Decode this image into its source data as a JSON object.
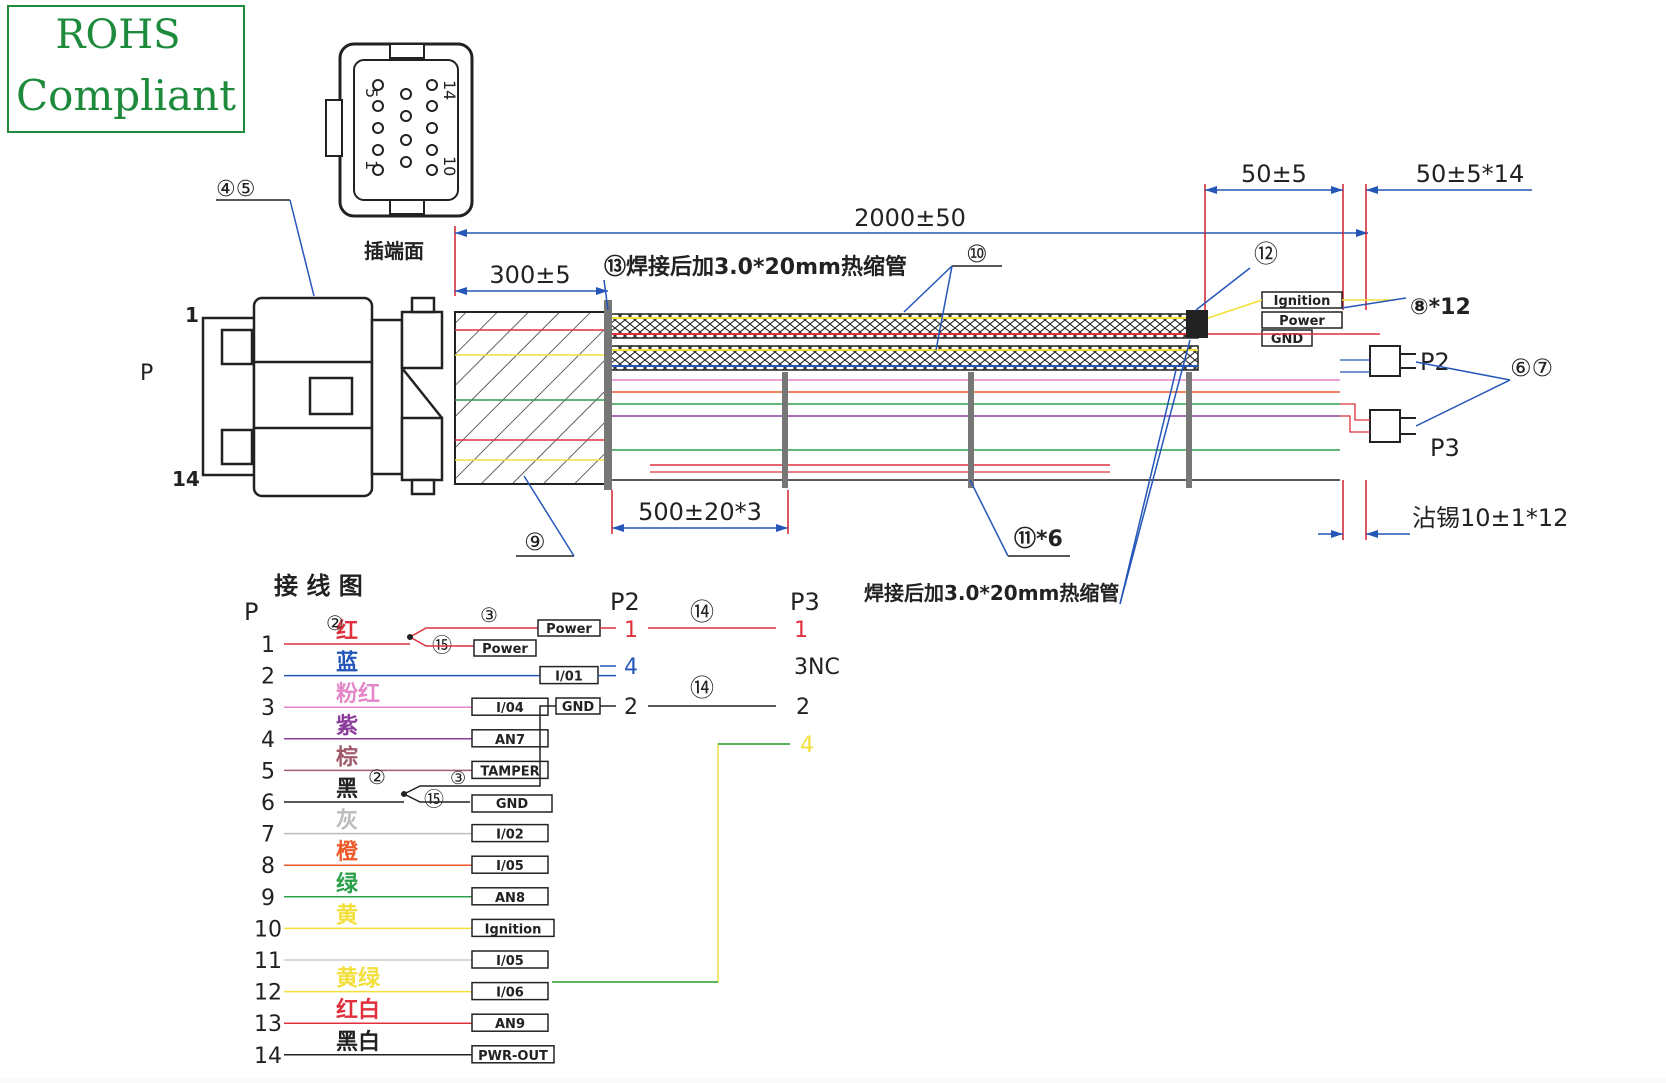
{
  "badge": {
    "line1": "ROHS",
    "line2": "Compliant",
    "color": "#1e8a3c"
  },
  "connector_face": {
    "caption": "插端面",
    "pin_labels": {
      "top_left": "5",
      "bottom_left": "1",
      "top_right": "14",
      "bottom_right": "10"
    }
  },
  "dimensions": {
    "overall": "2000±50",
    "first_segment": "300±5",
    "tie_spacing": "500±20*3",
    "end_segment": "50±5",
    "wire_end": "50±5*14",
    "tin": "沾锡10±1*12"
  },
  "callouts": {
    "c45": "④⑤",
    "c13": "⑬焊接后加3.0*20mm热缩管",
    "c10": "⑩",
    "c12": "⑫",
    "c8": "⑧*12",
    "c67": "⑥⑦",
    "c9": "⑨",
    "c11": "⑪*6",
    "heat_shrink": "焊接后加3.0*20mm热缩管"
  },
  "connector_labels": {
    "main": "P",
    "pin_first": "1",
    "pin_last": "14",
    "p2": "P2",
    "p3": "P3"
  },
  "flag_labels": [
    "Ignition",
    "Power",
    "GND"
  ],
  "schematic": {
    "title": "接 线 图",
    "header_p": "P",
    "header_p2": "P2",
    "header_p3": "P3",
    "circle3a": "③",
    "circle15a": "⑮",
    "circle3b": "③",
    "circle15b": "⑮",
    "circle2a": "②",
    "circle2b": "②",
    "circle14a": "⑭",
    "circle14b": "⑭",
    "p2_pins": [
      "1",
      "4",
      "2"
    ],
    "p3_pins": [
      "1",
      "3NC",
      "2",
      "4"
    ],
    "extra_tags": {
      "power_a": "Power",
      "power_b": "Power",
      "gnd_top": "GND"
    },
    "rows": [
      {
        "num": "1",
        "color_name": "红",
        "tag": ""
      },
      {
        "num": "2",
        "color_name": "蓝",
        "tag": "I/01"
      },
      {
        "num": "3",
        "color_name": "粉红",
        "tag": "I/04"
      },
      {
        "num": "4",
        "color_name": "紫",
        "tag": "AN7"
      },
      {
        "num": "5",
        "color_name": "棕",
        "tag": "TAMPER"
      },
      {
        "num": "6",
        "color_name": "黑",
        "tag": "GND"
      },
      {
        "num": "7",
        "color_name": "灰",
        "tag": "I/02"
      },
      {
        "num": "8",
        "color_name": "橙",
        "tag": "I/05"
      },
      {
        "num": "9",
        "color_name": "绿",
        "tag": "AN8"
      },
      {
        "num": "10",
        "color_name": "黄",
        "tag": "Ignition"
      },
      {
        "num": "11",
        "color_name": "",
        "tag": "I/05"
      },
      {
        "num": "12",
        "color_name": "黄绿",
        "tag": "I/06"
      },
      {
        "num": "13",
        "color_name": "红白",
        "tag": "AN9"
      },
      {
        "num": "14",
        "color_name": "黑白",
        "tag": "PWR-OUT"
      }
    ],
    "wire_colors": [
      "#e0303c",
      "#2456b8",
      "#e487c8",
      "#8a3d9a",
      "#a05a6a",
      "#222222",
      "#bbbbbb",
      "#ec5a2a",
      "#2aa04a",
      "#f2df3a",
      "#cccccc",
      "#f2df3a",
      "#e0303c",
      "#222222"
    ]
  }
}
